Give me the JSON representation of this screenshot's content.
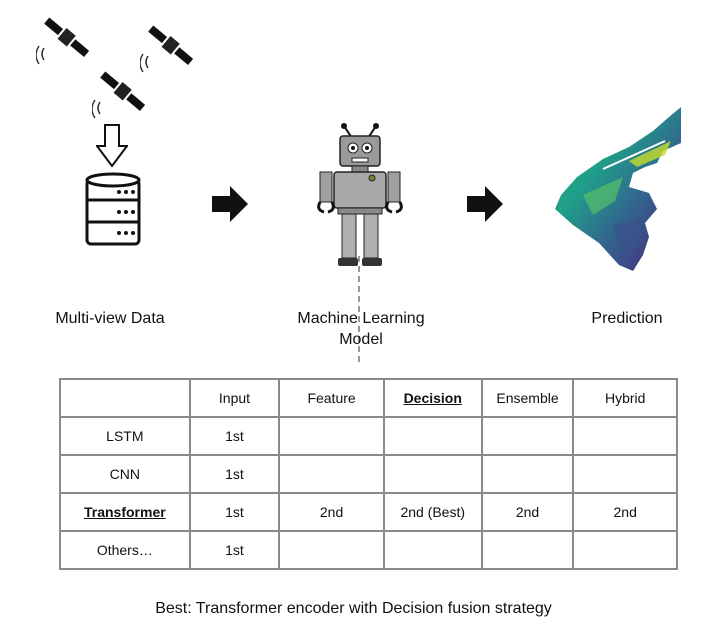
{
  "pipeline": {
    "stages": [
      {
        "label": "Multi-view Data",
        "icon": "database-icon"
      },
      {
        "label": "Machine Learning\nModel",
        "icon": "robot-icon"
      },
      {
        "label": "Prediction",
        "icon": "prediction-map-icon"
      }
    ],
    "source_icons": [
      "satellite-icon",
      "satellite-icon",
      "satellite-icon"
    ]
  },
  "table": {
    "header": [
      "",
      "Input",
      "Feature",
      "Decision",
      "Ensemble",
      "Hybrid"
    ],
    "highlight_column": "Decision",
    "rows": [
      {
        "model": "LSTM",
        "cells": [
          "1st",
          "",
          "",
          "",
          ""
        ],
        "highlight": false
      },
      {
        "model": "CNN",
        "cells": [
          "1st",
          "",
          "",
          "",
          ""
        ],
        "highlight": false
      },
      {
        "model": "Transformer",
        "cells": [
          "1st",
          "2nd",
          "2nd (Best)",
          "2nd",
          "2nd"
        ],
        "highlight": true
      },
      {
        "model": "Others…",
        "cells": [
          "1st",
          "",
          "",
          "",
          ""
        ],
        "highlight": false
      }
    ]
  },
  "caption": "Best: Transformer encoder with Decision fusion strategy"
}
